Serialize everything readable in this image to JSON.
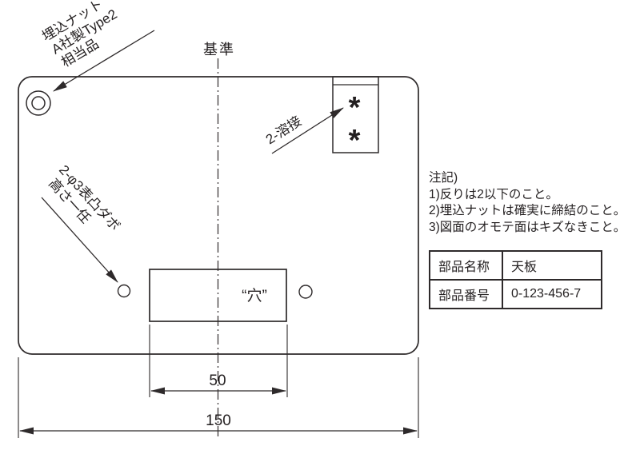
{
  "drawing": {
    "datum_label": "基準",
    "nut_note_lines": [
      "埋込ナット",
      "A社製Type2",
      "相当品"
    ],
    "weld_note": "2-溶接",
    "weld_marks": [
      "*",
      "*"
    ],
    "dowel_note_lines": [
      "2-φ3表凸ダボ",
      "高さ一任"
    ],
    "hole_label": "“穴”",
    "dim_hole_width": "50",
    "dim_overall_width": "150"
  },
  "notes": {
    "title": "注記)",
    "items": [
      "1)反りは2以下のこと。",
      "2)埋込ナットは確実に締結のこと。",
      "3)図面のオモテ面はキズなきこと。"
    ]
  },
  "title_block": {
    "rows": [
      {
        "label": "部品名称",
        "value": "天板"
      },
      {
        "label": "部品番号",
        "value": "0-123-456-7"
      }
    ]
  },
  "colors": {
    "line": "#2e2a2b",
    "text": "#231f20",
    "background": "#ffffff"
  }
}
